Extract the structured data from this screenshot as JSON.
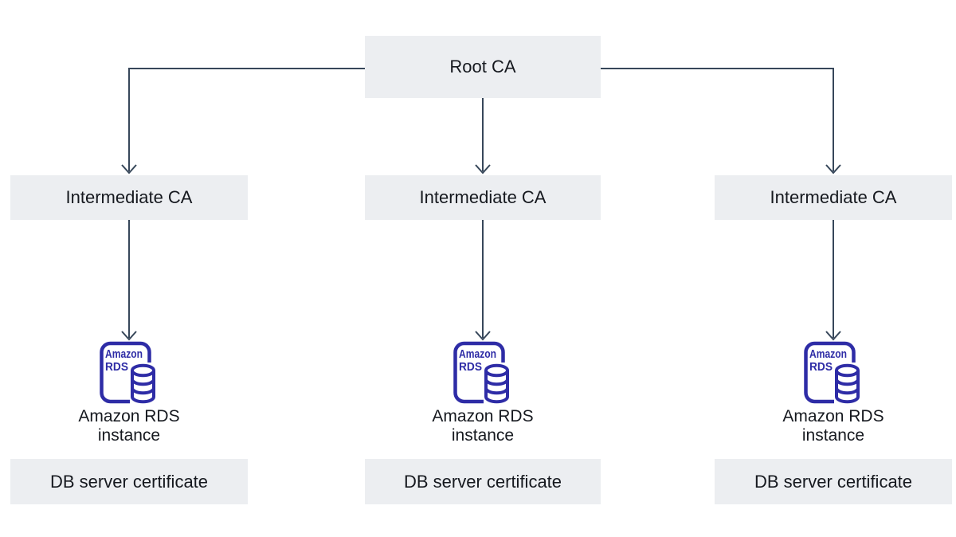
{
  "colors": {
    "box_fill": "#eceef1",
    "arrow": "#37475a",
    "rds": "#2e2ca6",
    "text": "#16191f"
  },
  "diagram": {
    "root_ca": {
      "label": "Root CA"
    },
    "rds_icon": {
      "line1": "Amazon",
      "line2": "RDS"
    },
    "columns": [
      {
        "intermediate_label": "Intermediate CA",
        "instance_line1": "Amazon RDS",
        "instance_line2": "instance",
        "certificate_label": "DB server certificate"
      },
      {
        "intermediate_label": "Intermediate CA",
        "instance_line1": "Amazon RDS",
        "instance_line2": "instance",
        "certificate_label": "DB server certificate"
      },
      {
        "intermediate_label": "Intermediate CA",
        "instance_line1": "Amazon RDS",
        "instance_line2": "instance",
        "certificate_label": "DB server certificate"
      }
    ]
  }
}
